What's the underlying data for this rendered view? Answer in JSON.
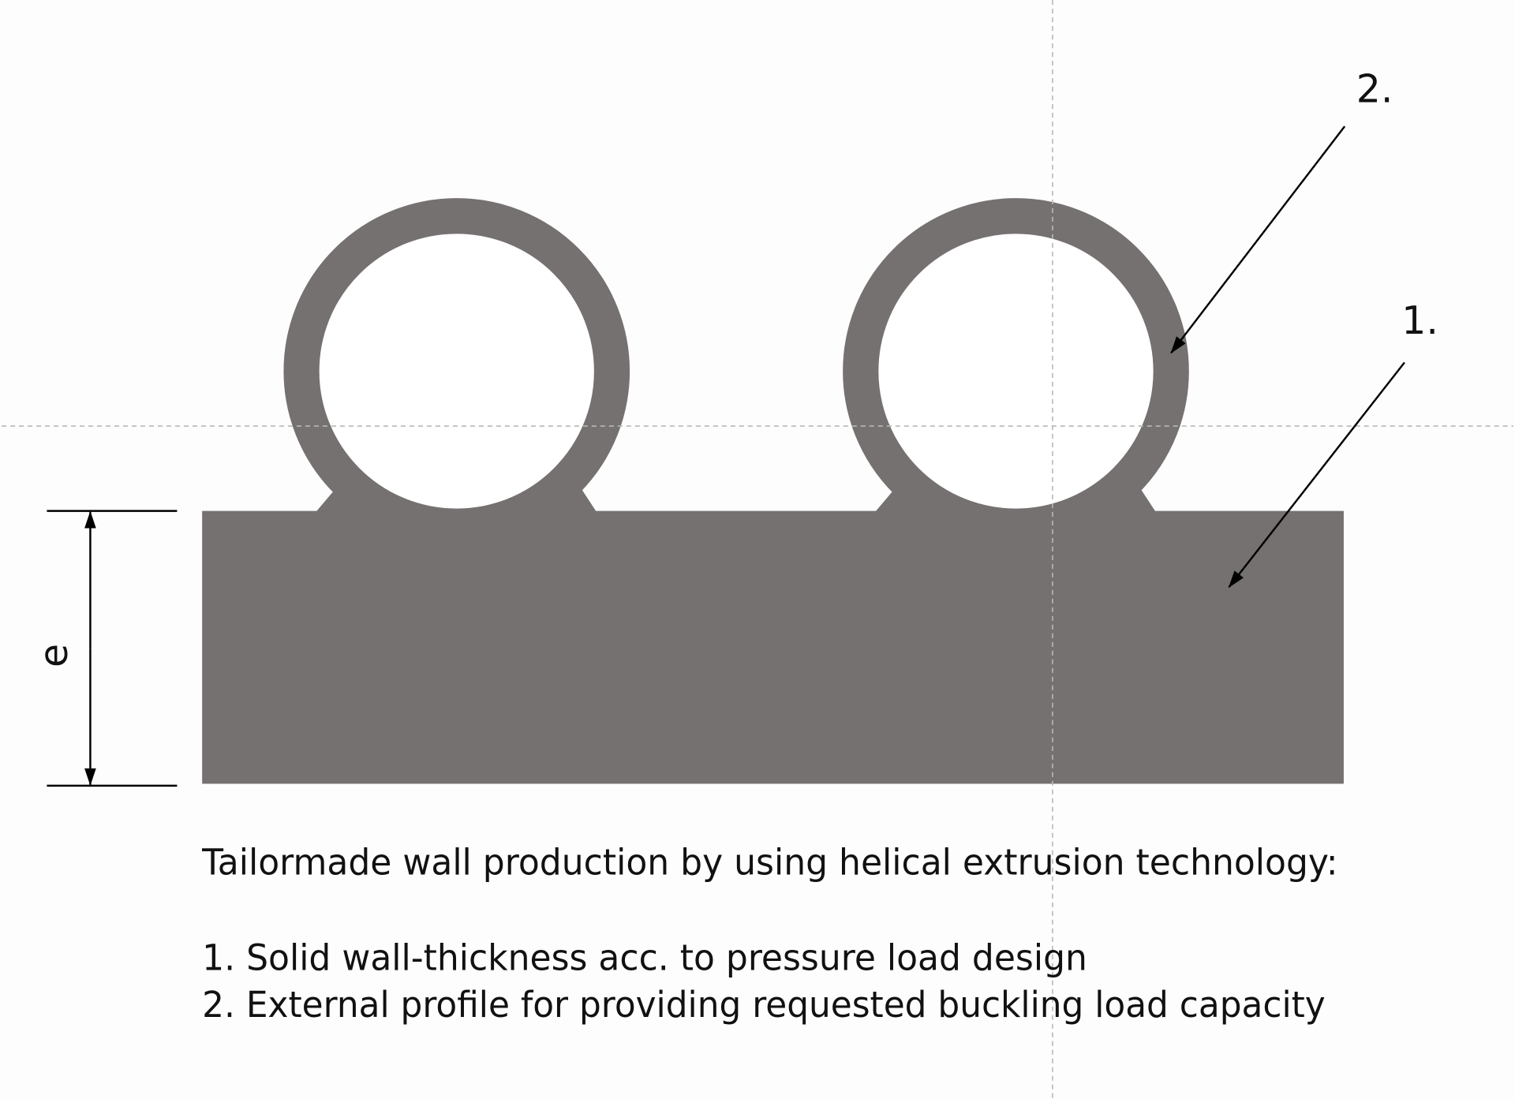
{
  "colors": {
    "profile": "#757170",
    "guide": "#b8b8b8",
    "ink": "#000000",
    "background": "#fdfdfd"
  },
  "dimension_label": "e",
  "callouts": [
    {
      "label": "1."
    },
    {
      "label": "2."
    }
  ],
  "caption": {
    "heading": "Tailormade wall production by using helical extrusion technology:",
    "items": [
      "1. Solid wall-thickness acc. to pressure load design",
      "2. External profile for providing requested buckling load capacity"
    ]
  }
}
